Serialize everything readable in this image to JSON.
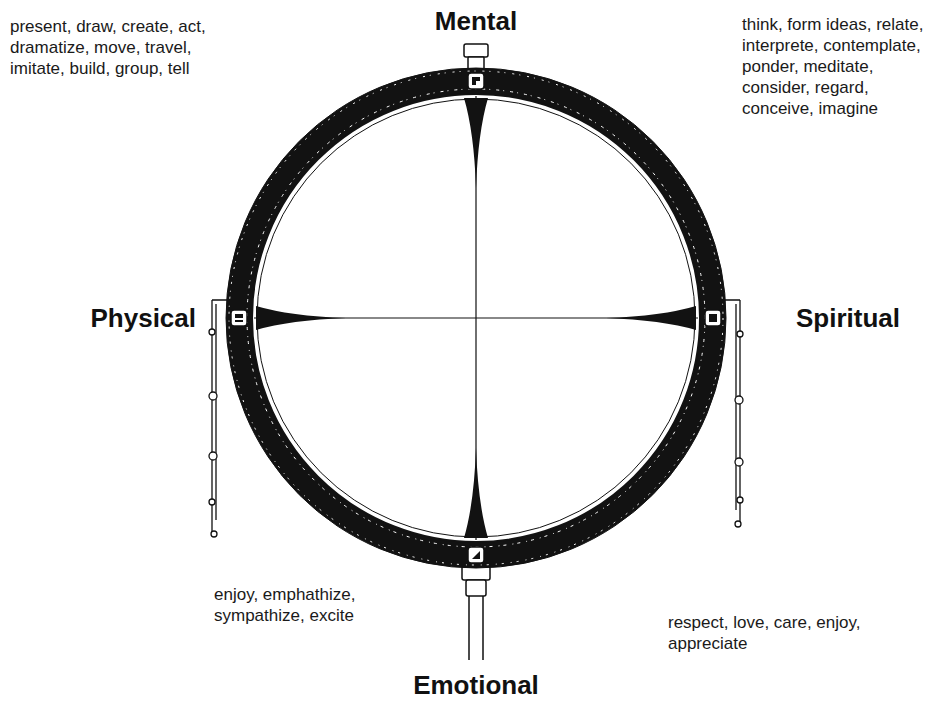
{
  "diagram": {
    "labels": [
      "present, draw, create, act, dramatize, move, travel, imitate, build, group, tell",
      "Mental",
      "think, form ideas, relate, interprete, contemplate, ponder, meditate, consider, regard, conceive, imagine",
      "Physical",
      "Spiritual",
      "enjoy, emphathize, sympathize, excite",
      "respect, love, care, enjoy, appreciate",
      "Emotional"
    ]
  }
}
